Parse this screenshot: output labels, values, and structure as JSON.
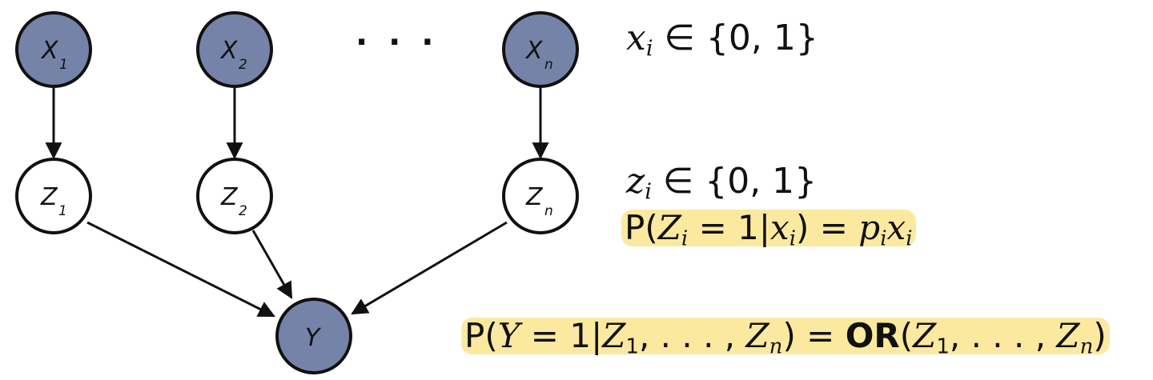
{
  "nodes": {
    "x1": {
      "var": "X",
      "sub": "1"
    },
    "x2": {
      "var": "X",
      "sub": "2"
    },
    "xn": {
      "var": "X",
      "sub": "n"
    },
    "z1": {
      "var": "Z",
      "sub": "1"
    },
    "z2": {
      "var": "Z",
      "sub": "2"
    },
    "zn": {
      "var": "Z",
      "sub": "n"
    },
    "y": {
      "var": "Y"
    }
  },
  "ellipsis": "· · ·",
  "equations": {
    "x_domain": {
      "var": "x",
      "sub": "i",
      "rel": " ∈ {0, 1}"
    },
    "z_domain": {
      "var": "z",
      "sub": "i",
      "rel": " ∈ {0, 1}"
    },
    "z_cpd": {
      "p1": "P(",
      "Z": "Z",
      "Zsub": "i",
      "mid": " = 1|",
      "x": "x",
      "xsub": "i",
      "eq": ") = ",
      "p": "p",
      "psub": "i",
      "x2": "x",
      "x2sub": "i"
    },
    "y_cpd": {
      "p1": "P(",
      "Y": "Y",
      "mid": " = 1|",
      "Z1": "Z",
      "Z1sub": "1",
      "dots1": ", . . . , ",
      "Zn": "Z",
      "Znsub": "n",
      "eq": ") = ",
      "or": "OR",
      "open": "(",
      "Z1b": "Z",
      "Z1bsub": "1",
      "dots2": ", . . . , ",
      "Znb": "Z",
      "Znbsub": "n",
      "close": ")"
    }
  },
  "colors": {
    "observed_node": "#7683a8",
    "latent_node": "#ffffff",
    "highlight": "#fbe9a0",
    "stroke": "#111111"
  }
}
